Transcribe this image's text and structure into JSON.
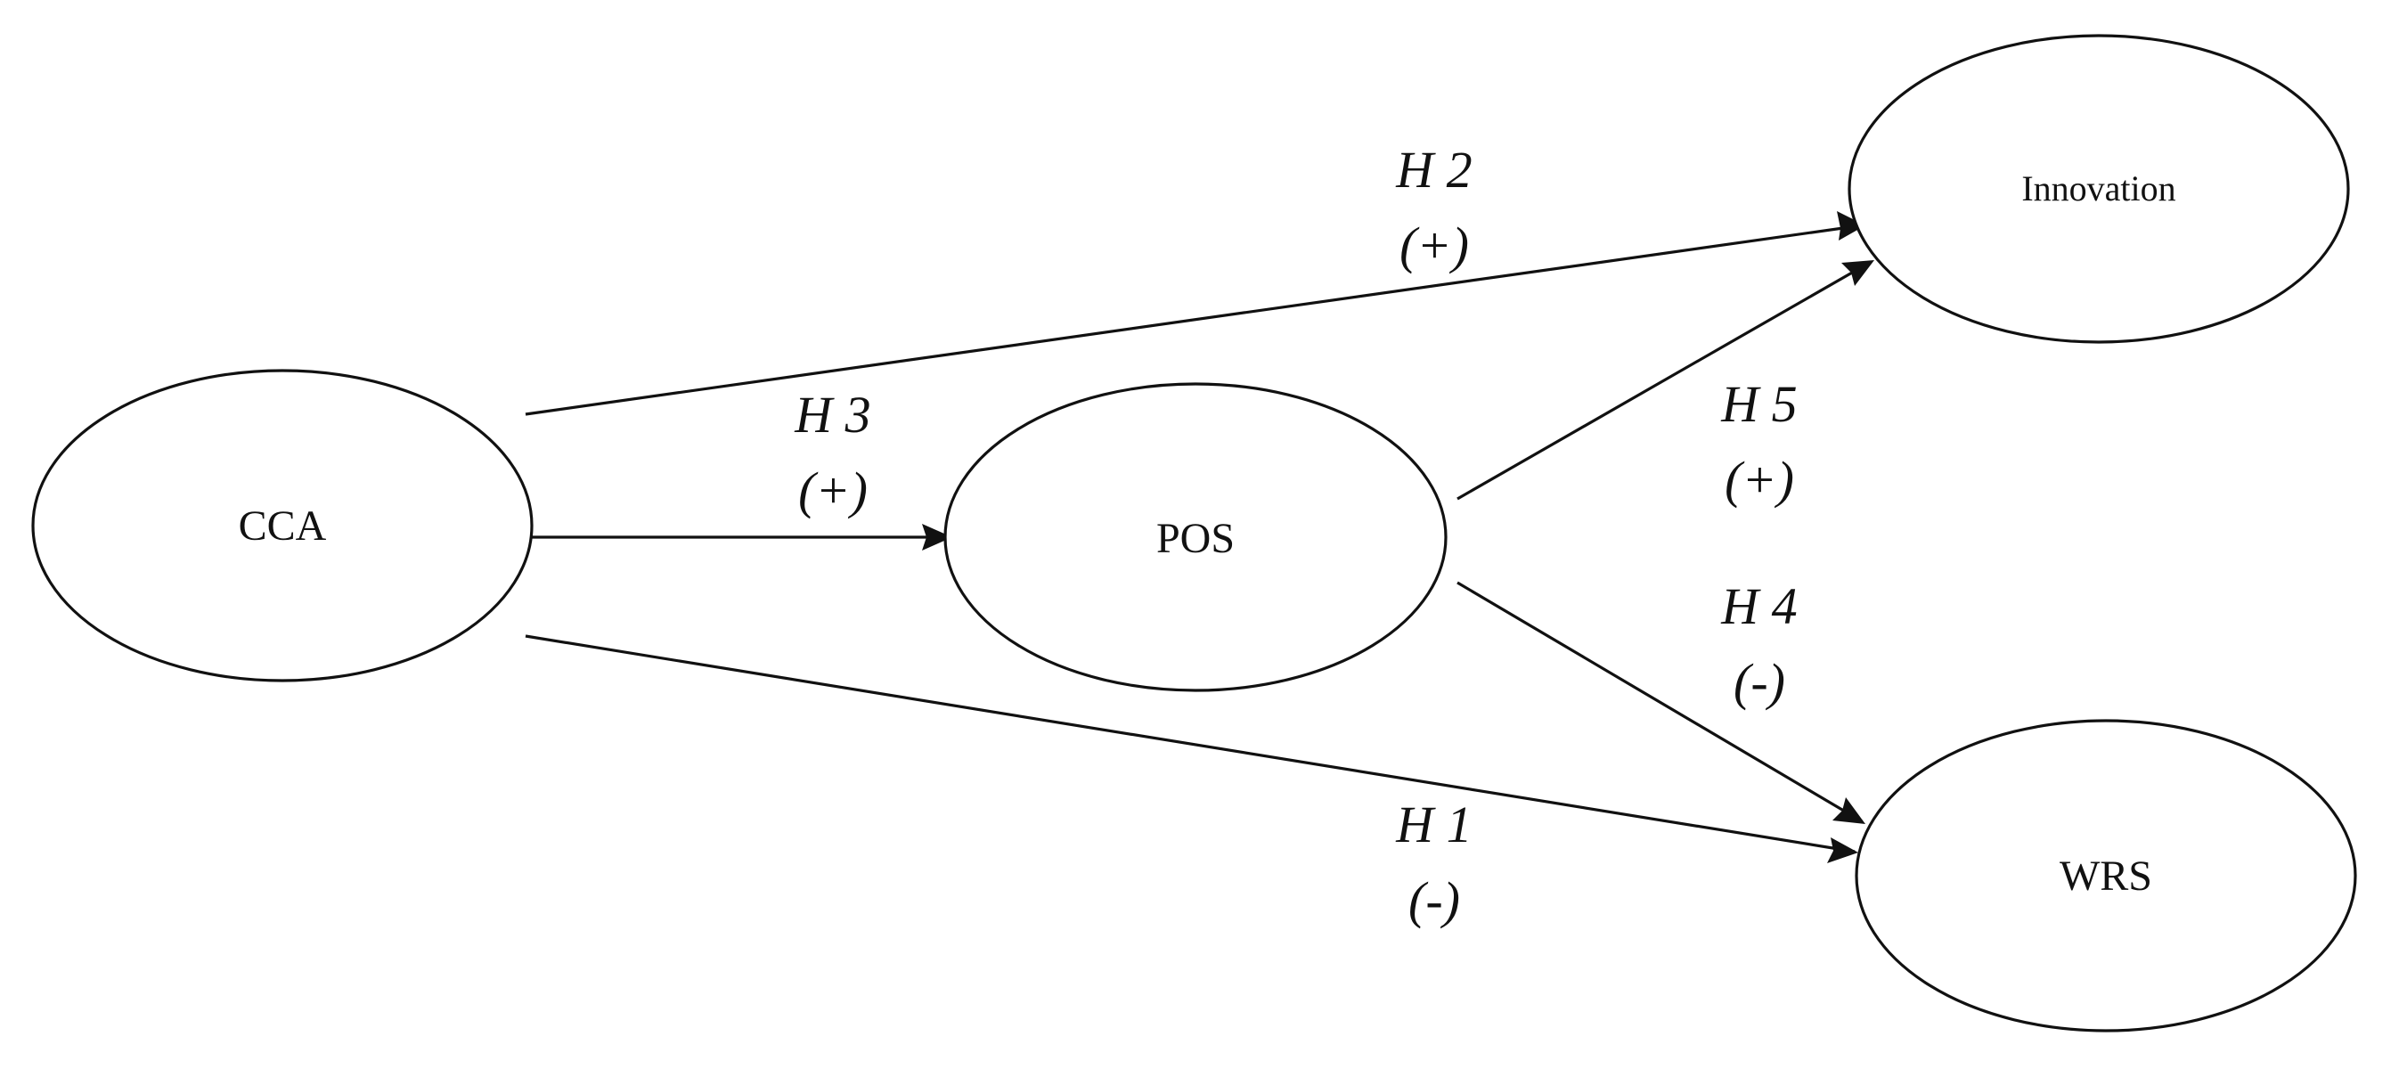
{
  "nodes": {
    "cca": {
      "label": "CCA"
    },
    "pos": {
      "label": "POS"
    },
    "innovation": {
      "label": "Innovation"
    },
    "wrs": {
      "label": "WRS"
    }
  },
  "edges": {
    "h1": {
      "from": "CCA",
      "to": "WRS",
      "name": "H 1",
      "sign": "(-)"
    },
    "h2": {
      "from": "CCA",
      "to": "Innovation",
      "name": "H 2",
      "sign": "(+)"
    },
    "h3": {
      "from": "CCA",
      "to": "POS",
      "name": "H 3",
      "sign": "(+)"
    },
    "h4": {
      "from": "POS",
      "to": "WRS",
      "name": "H 4",
      "sign": "(-)"
    },
    "h5": {
      "from": "POS",
      "to": "Innovation",
      "name": "H 5",
      "sign": "(+)"
    }
  }
}
